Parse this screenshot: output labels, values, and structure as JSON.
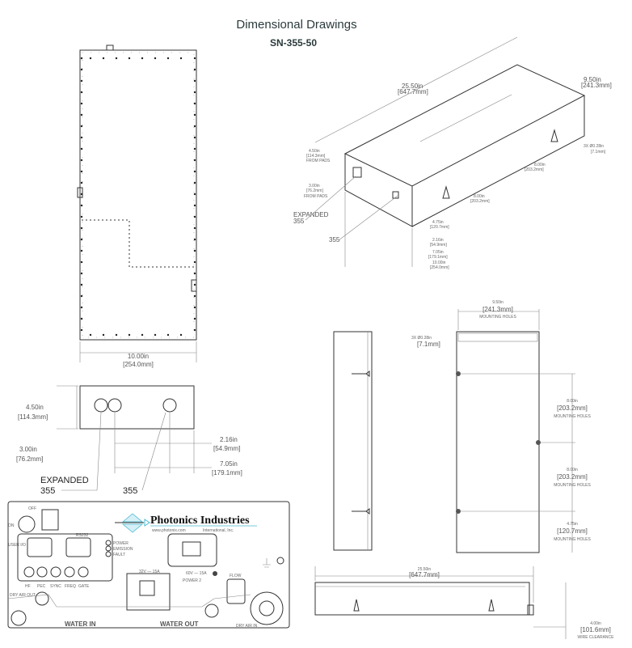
{
  "header": {
    "title": "Dimensional Drawings",
    "model": "SN-355-50"
  },
  "top_view": {
    "width_in": "10.00in",
    "width_mm": "[254.0mm]"
  },
  "iso_view": {
    "length_in": "25.50in",
    "length_mm": "[647.7mm]",
    "width_in": "9.50in",
    "width_mm": "[241.3mm]",
    "height_in": "4.50in",
    "height_mm": "[114.3mm]",
    "height_note": "FROM PADS",
    "conn_in": "3.00in",
    "conn_mm": "[76.2mm]",
    "conn_note": "FROM PADS",
    "hole_note": "3X  Ø0.28in",
    "hole_mm": "[7.1mm]",
    "m1_in": "8.00in",
    "m1_mm": "[203.2mm]",
    "m2_in": "8.00in",
    "m2_mm": "[203.2mm]",
    "m3_in": "4.75in",
    "m3_mm": "[120.7mm]",
    "d1_in": "2.16in",
    "d1_mm": "[54.9mm]",
    "d2_in": "7.05in",
    "d2_mm": "[179.1mm]",
    "d3_in": "10.00in",
    "d3_mm": "[254.0mm]",
    "expanded": "EXPANDED",
    "expanded_num": "355",
    "num": "355"
  },
  "end_view": {
    "h_in": "4.50in",
    "h_mm": "[114.3mm]",
    "c_in": "3.00in",
    "c_mm": "[76.2mm]",
    "d1_in": "2.16in",
    "d1_mm": "[54.9mm]",
    "d2_in": "7.05in",
    "d2_mm": "[179.1mm]",
    "expanded": "EXPANDED",
    "expanded_num": "355",
    "num": "355"
  },
  "panel": {
    "brand": "Photonics Industries",
    "url": "www.photonix.com",
    "intl": "International, Inc.",
    "on": "ON",
    "off": "OFF",
    "rs232": "RS232",
    "user_io": "USER I/O",
    "leds": [
      "POWER",
      "EMISSION",
      "FAULT"
    ],
    "ports": [
      "HF",
      "PEC",
      "SYNC",
      "FREQ",
      "GATE"
    ],
    "p1": "32V — 15A",
    "p2": "60V — 15A",
    "power2": "POWER 2",
    "flow": "FLOW",
    "dry_out": "DRY AIR OUT",
    "dry_in": "DRY AIR IN",
    "water_in": "WATER IN",
    "water_out": "WATER OUT"
  },
  "bottom_view": {
    "hole_note": "3X  Ø0.28in",
    "hole_mm": "[7.1mm]",
    "w_in": "9.50in",
    "w_mm": "[241.3mm]",
    "w_note": "MOUNTING HOLES",
    "m1_in": "8.00in",
    "m1_mm": "[203.2mm]",
    "m1_note": "MOUNTING HOLES",
    "m2_in": "8.00in",
    "m2_mm": "[203.2mm]",
    "m2_note": "MOUNTING HOLES",
    "m3_in": "4.75in",
    "m3_mm": "[120.7mm]",
    "m3_note": "MOUNTING HOLES"
  },
  "side_view": {
    "l_in": "25.50in",
    "l_mm": "[647.7mm]",
    "wc_in": "4.00in",
    "wc_mm": "[101.6mm]",
    "wc_note": "WIRE CLEARANCE"
  }
}
